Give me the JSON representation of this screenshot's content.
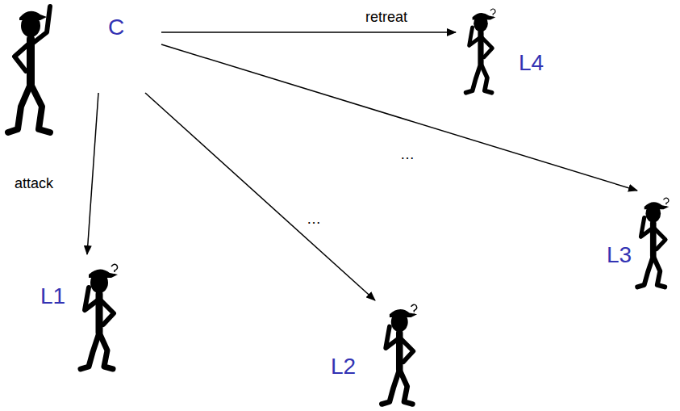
{
  "diagram": {
    "nodes": [
      {
        "text": [
          "C"
        ]
      },
      {
        "text": [
          "L1"
        ]
      },
      {
        "text": [
          "L2"
        ]
      },
      {
        "text": [
          "L3"
        ]
      },
      {
        "text": [
          "L4"
        ]
      }
    ],
    "edges": [
      {
        "from": 0,
        "to": 1,
        "label": "attack",
        "arrow": "to"
      },
      {
        "from": 0,
        "to": 2,
        "label": "…",
        "arrow": "to"
      },
      {
        "from": 0,
        "to": 3,
        "label": "…",
        "arrow": "to"
      },
      {
        "from": 0,
        "to": 4,
        "label": "retreat",
        "arrow": "to"
      }
    ]
  }
}
